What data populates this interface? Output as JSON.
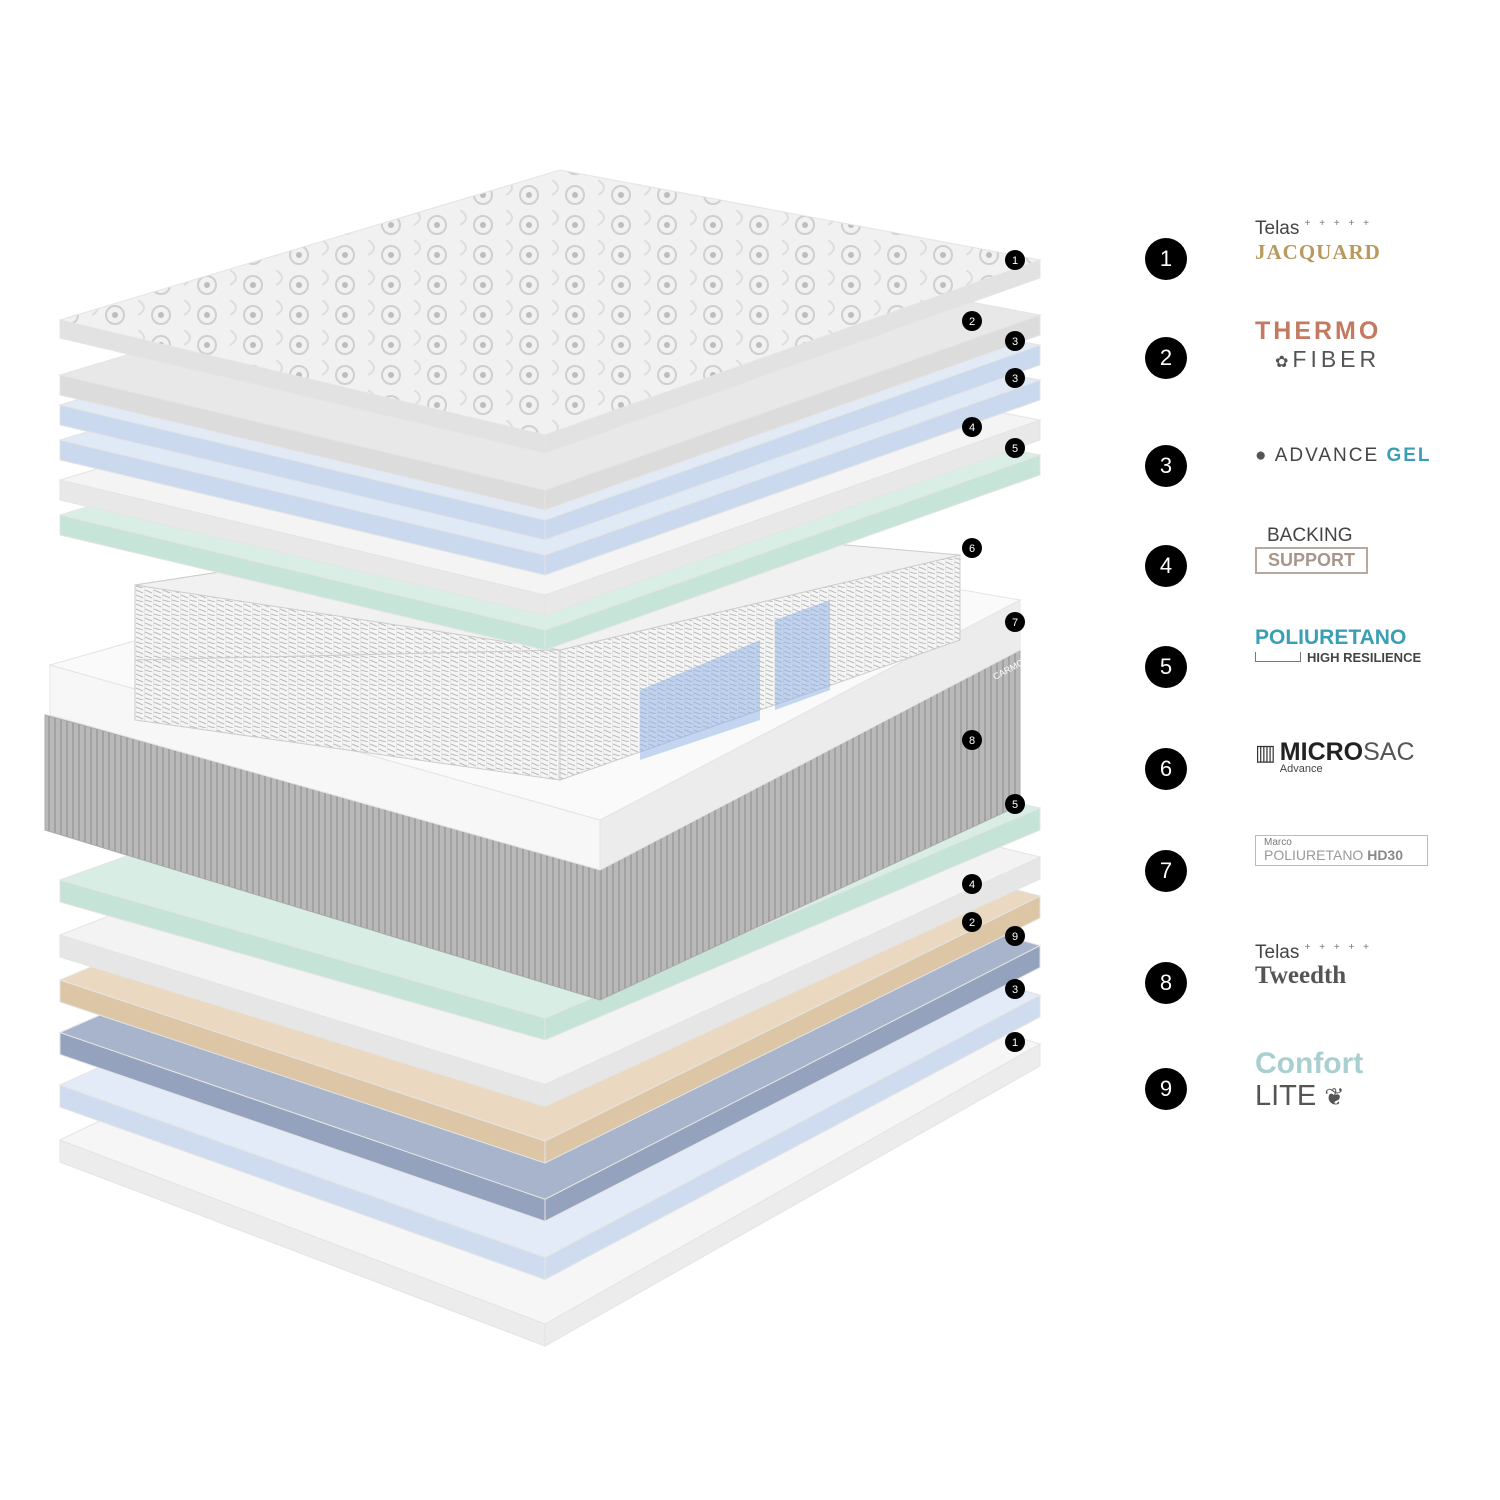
{
  "legend": [
    {
      "number": "1",
      "line1": "Telas",
      "line2": "JACQUARD",
      "color": "#b89a5e"
    },
    {
      "number": "2",
      "line1": "THERMO",
      "line2": "FIBER",
      "color": "#c47a62"
    },
    {
      "number": "3",
      "line1": "ADVANCE",
      "line2": "GEL",
      "color": "#3a9fb5"
    },
    {
      "number": "4",
      "line1": "BACKING",
      "line2": "SUPPORT",
      "color": "#a8968a"
    },
    {
      "number": "5",
      "line1": "POLIURETANO",
      "line2": "HIGH RESILIENCE",
      "color": "#3a9fb5"
    },
    {
      "number": "6",
      "line1": "MICRO",
      "line1b": "SAC",
      "line2": "Advance",
      "color": "#222222"
    },
    {
      "number": "7",
      "line1": "Marco",
      "line2": "POLIURETANO",
      "line2b": "HD30",
      "color": "#888888"
    },
    {
      "number": "8",
      "line1": "Telas",
      "line2": "Tweedth",
      "color": "#555555"
    },
    {
      "number": "9",
      "line1": "Confort",
      "line2": "LITE",
      "color": "#a9cfd0"
    }
  ],
  "markers": [
    "1",
    "2",
    "3",
    "3",
    "4",
    "5",
    "6",
    "7",
    "8",
    "5",
    "4",
    "2",
    "9",
    "3",
    "1"
  ],
  "brand_label": "CARMON"
}
